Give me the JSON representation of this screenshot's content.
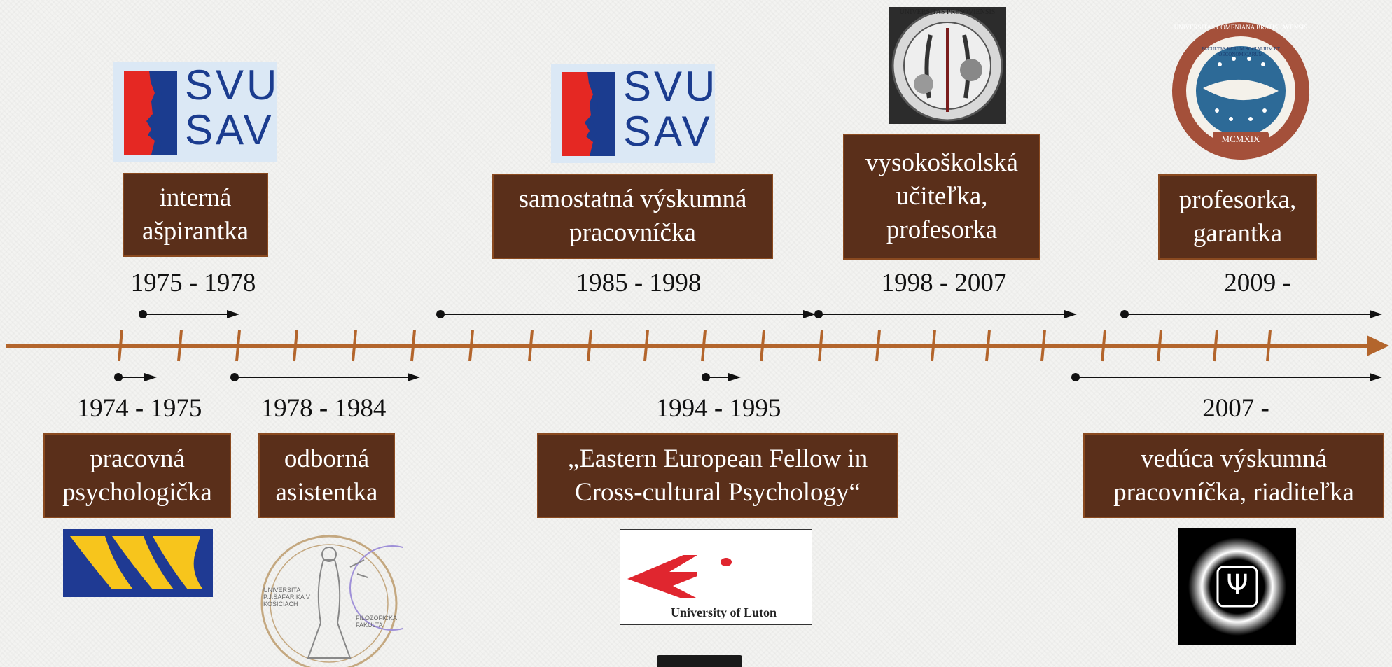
{
  "timeline": {
    "axis_color": "#b3652c",
    "arrow_color": "#111111",
    "box_color": "#5a2f1a",
    "upper": [
      {
        "period": "1975 - 1978",
        "role": "interná ašpirantka",
        "logo": "svu-sav-logo"
      },
      {
        "period": "1985 - 1998",
        "role": "samostatná výskumná pracovníčka",
        "logo": "svu-sav-logo"
      },
      {
        "period": "1998 - 2007",
        "role": "vysokoškolská učiteľka, profesorka",
        "logo": "presov-university-seal"
      },
      {
        "period": "2009 -",
        "role": "profesorka, garantka",
        "logo": "comenius-university-seal"
      }
    ],
    "lower": [
      {
        "period": "1974 - 1975",
        "role": "pracovná psychologička",
        "logo": "vss-logo"
      },
      {
        "period": "1978 - 1984",
        "role": "odborná asistentka",
        "logo": "safarik-university-seal"
      },
      {
        "period": "1994 - 1995",
        "role": "„Eastern European Fellow in Cross-cultural Psychology“",
        "logo": "university-of-luton-logo"
      },
      {
        "period": "2007 -",
        "role": "vedúca výskumná pracovníčka, riaditeľka",
        "logo": "psychology-institute-logo"
      }
    ]
  },
  "logos": {
    "svu_line1": "SVU",
    "svu_line2": "SAV",
    "presov_text": "UNIVERSITAS PREŠOVIENSIS",
    "comenius_text": "UNIVERSITAS COMENIANA BRATISLAVENSIS",
    "comenius_sub": "FACULTAS RERUM SOCIALIUM ET OECONOMICARUM",
    "comenius_year": "MCMXIX",
    "safarik_text_1": "UNIVERSITA P.J.ŠAFÁRIKA V KOŠICIACH",
    "safarik_text_2": "FILOZOFICKÁ FAKULTA",
    "luton_text": "University of Luton",
    "psi_symbol": "Ψ"
  }
}
